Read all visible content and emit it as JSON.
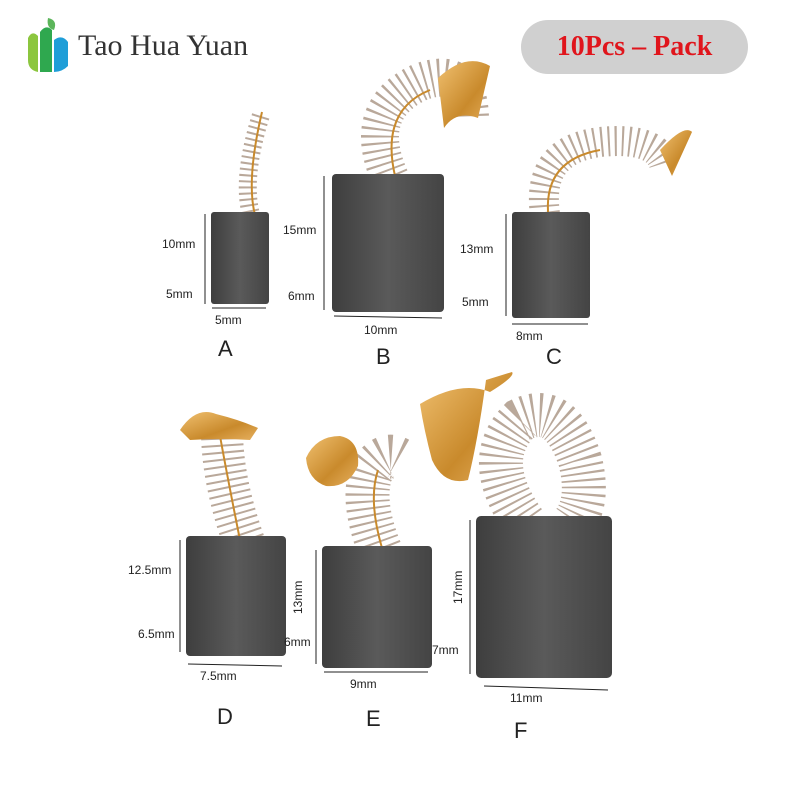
{
  "brand": {
    "name": "Tao Hua Yuan",
    "logo_icon": "leaf-logo-icon"
  },
  "badge": {
    "text": "10Pcs – Pack",
    "text_color": "#e0151c",
    "bg_color": "#d0d0d0"
  },
  "colors": {
    "carbon": "#4e4e4e",
    "spring": "#b9a89a",
    "copper": "#d49a3a"
  },
  "brushes": [
    {
      "label": "A",
      "height": "10mm",
      "depth": "5mm",
      "width": "5mm"
    },
    {
      "label": "B",
      "height": "15mm",
      "depth": "6mm",
      "width": "10mm"
    },
    {
      "label": "C",
      "height": "13mm",
      "depth": "5mm",
      "width": "8mm"
    },
    {
      "label": "D",
      "height": "12.5mm",
      "depth": "6.5mm",
      "width": "7.5mm"
    },
    {
      "label": "E",
      "height": "13mm",
      "depth": "6mm",
      "width": "9mm"
    },
    {
      "label": "F",
      "height": "17mm",
      "depth": "7mm",
      "width": "11mm"
    }
  ]
}
